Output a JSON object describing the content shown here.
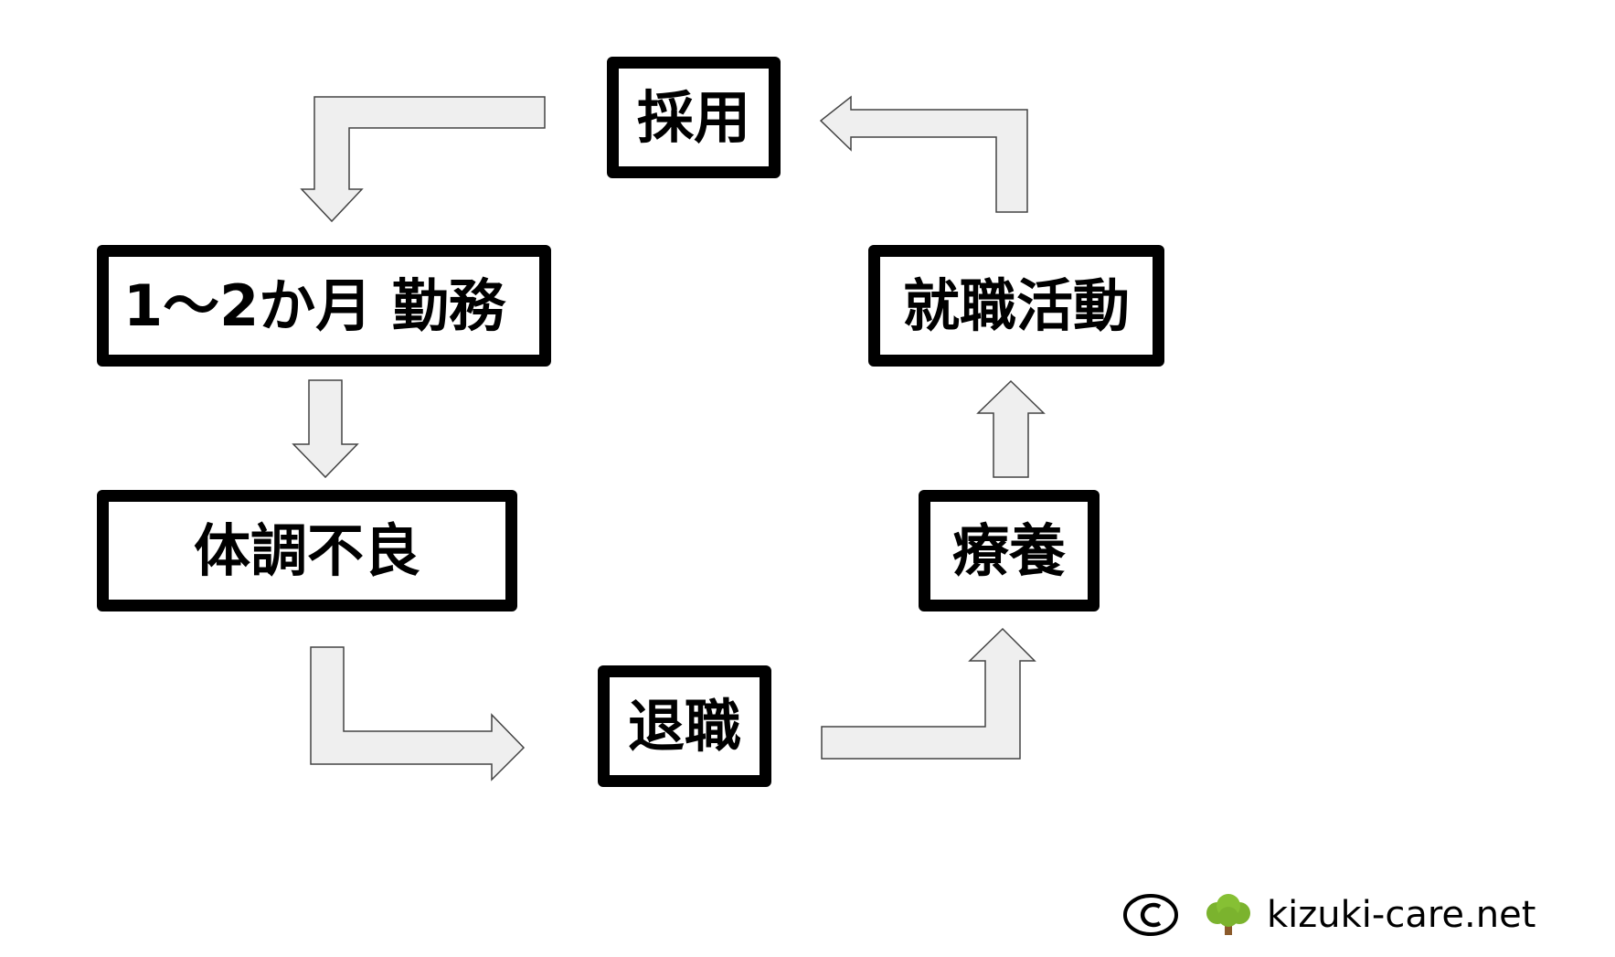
{
  "diagram": {
    "nodes": [
      {
        "id": "saiyo",
        "label": "採用"
      },
      {
        "id": "kinmu",
        "label": "1～2か月 勤務"
      },
      {
        "id": "taicho",
        "label": "体調不良"
      },
      {
        "id": "taishoku",
        "label": "退職"
      },
      {
        "id": "ryoyo",
        "label": "療養"
      },
      {
        "id": "shushoku",
        "label": "就職活動"
      }
    ],
    "edges": [
      {
        "from": "saiyo",
        "to": "kinmu"
      },
      {
        "from": "kinmu",
        "to": "taicho"
      },
      {
        "from": "taicho",
        "to": "taishoku"
      },
      {
        "from": "taishoku",
        "to": "ryoyo"
      },
      {
        "from": "ryoyo",
        "to": "shushoku"
      },
      {
        "from": "shushoku",
        "to": "saiyo"
      }
    ]
  },
  "credit": {
    "copyright_icon": "copyright-icon",
    "logo_icon": "tree-icon",
    "logo_colors": {
      "foliage": "#7bb32e",
      "trunk": "#8b5a2b"
    },
    "site": "kizuki-care.net"
  },
  "colors": {
    "box_border": "#000000",
    "arrow_fill": "#efefef",
    "arrow_stroke": "#444444"
  }
}
